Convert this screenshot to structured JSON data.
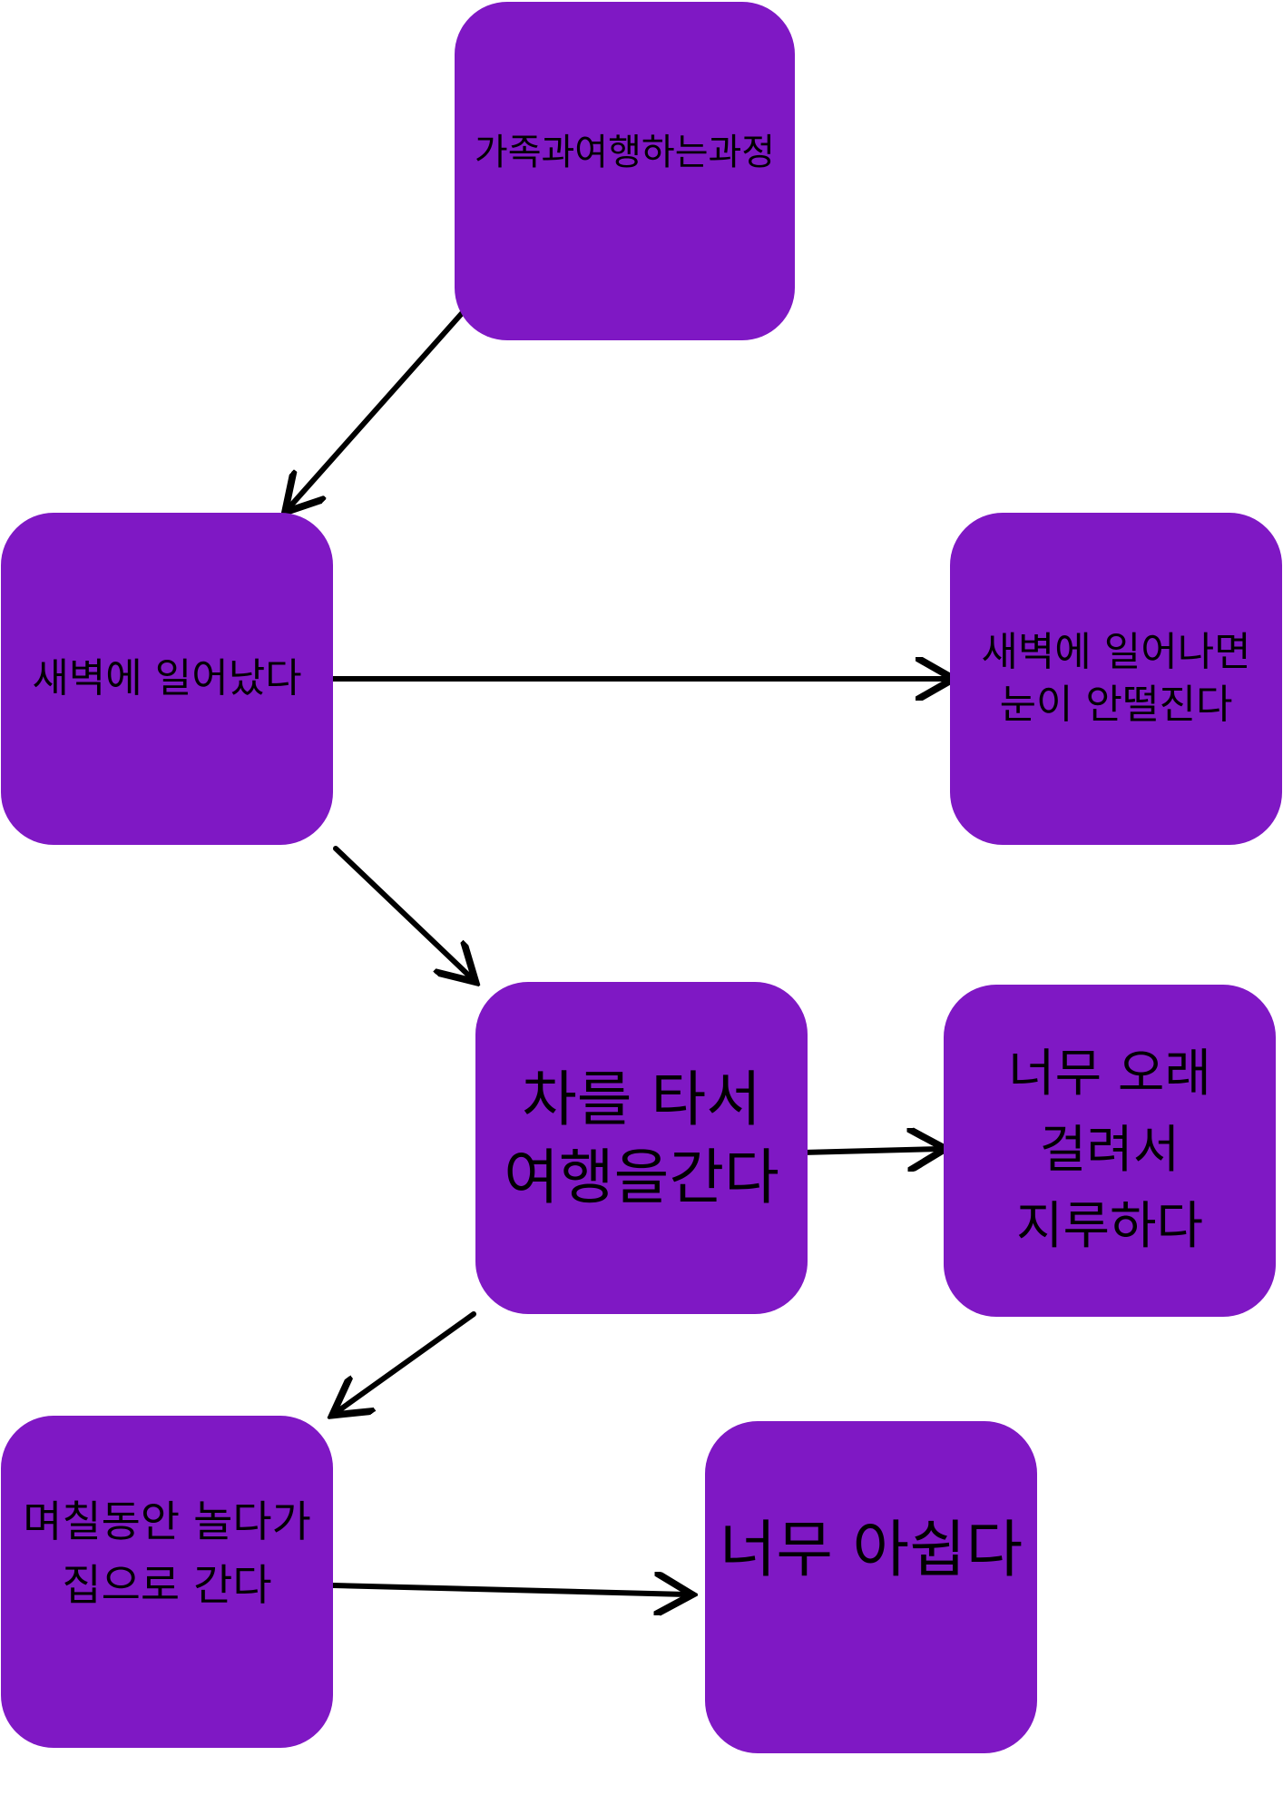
{
  "colors": {
    "node_fill": "#7f18c4",
    "text": "#000000",
    "arrow": "#000000",
    "background": "#ffffff"
  },
  "nodes": [
    {
      "id": "root",
      "text": "가족과여행하는과정"
    },
    {
      "id": "wake-up",
      "text": "새벽에 일어났다"
    },
    {
      "id": "wake-up-result",
      "text": "새벽에 일어나면 눈이 안떨진다"
    },
    {
      "id": "drive",
      "text": "차를 타서 여행을간다"
    },
    {
      "id": "drive-result",
      "text": "너무 오래 걸려서 지루하다"
    },
    {
      "id": "return-home",
      "text": "며칠동안 놀다가 집으로 간다"
    },
    {
      "id": "return-result",
      "text": "너무 아쉽다"
    }
  ],
  "edges": [
    {
      "from": "root",
      "to": "wake-up"
    },
    {
      "from": "wake-up",
      "to": "wake-up-result"
    },
    {
      "from": "wake-up",
      "to": "drive"
    },
    {
      "from": "drive",
      "to": "drive-result"
    },
    {
      "from": "drive",
      "to": "return-home"
    },
    {
      "from": "return-home",
      "to": "return-result"
    }
  ]
}
